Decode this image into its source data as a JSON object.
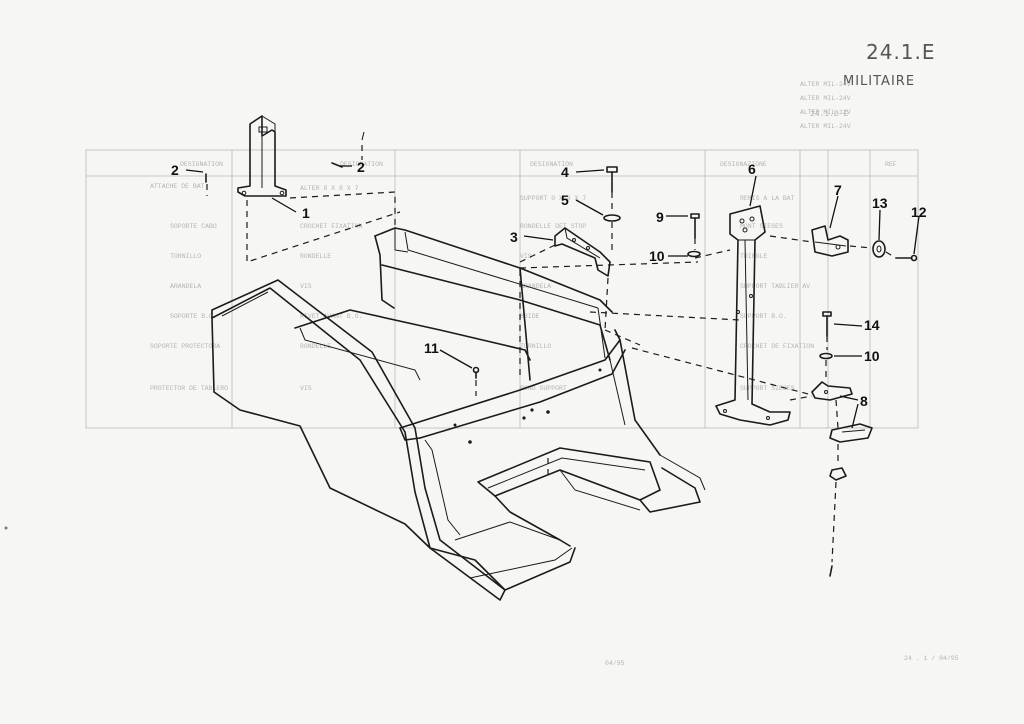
{
  "page": {
    "code": "24.1.E",
    "tag": "MILITAIRE"
  },
  "callouts": [
    {
      "id": "1",
      "label": "1"
    },
    {
      "id": "2a",
      "label": "2"
    },
    {
      "id": "2b",
      "label": "2"
    },
    {
      "id": "3",
      "label": "3"
    },
    {
      "id": "4",
      "label": "4"
    },
    {
      "id": "5",
      "label": "5"
    },
    {
      "id": "6",
      "label": "6"
    },
    {
      "id": "7",
      "label": "7"
    },
    {
      "id": "8",
      "label": "8"
    },
    {
      "id": "9",
      "label": "9"
    },
    {
      "id": "10a",
      "label": "10"
    },
    {
      "id": "10b",
      "label": "10"
    },
    {
      "id": "11",
      "label": "11"
    },
    {
      "id": "12",
      "label": "12"
    },
    {
      "id": "13",
      "label": "13"
    },
    {
      "id": "14",
      "label": "14"
    }
  ]
}
